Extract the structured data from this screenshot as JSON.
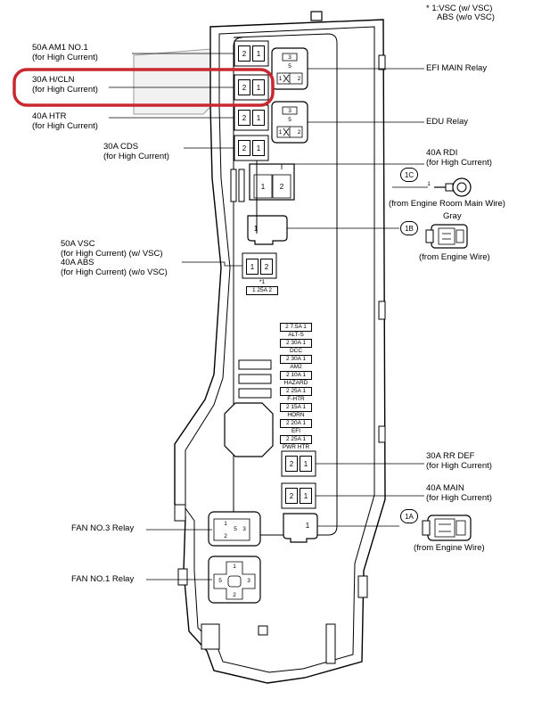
{
  "note": {
    "line1": "* 1:VSC (w/ VSC)",
    "line2": "ABS (w/o VSC)"
  },
  "left_labels": [
    {
      "l1": "50A AM1 NO.1",
      "l2": "(for High Current)"
    },
    {
      "l1": "30A H/CLN",
      "l2": "(for High Current)"
    },
    {
      "l1": "40A HTR",
      "l2": "(for High Current)"
    },
    {
      "l1": "30A CDS",
      "l2": "(for High Current)"
    }
  ],
  "vsc_label": {
    "l1": "50A VSC",
    "l2": "(for High Current) (w/ VSC)",
    "l3": "40A ABS",
    "l4": "(for High Current) (w/o VSC)"
  },
  "fan3": "FAN NO.3 Relay",
  "fan1": "FAN NO.1 Relay",
  "right_labels": {
    "efi_main": "EFI MAIN Relay",
    "edu": "EDU Relay",
    "rdi_1": "40A RDI",
    "rdi_2": "(for High Current)",
    "c1c": "1C",
    "c1c_desc": "(from Engine Room Main Wire)",
    "c1b": "1B",
    "gray": "Gray",
    "c1b_desc": "(from Engine Wire)",
    "rr_def_1": "30A RR DEF",
    "rr_def_2": "(for High Current)",
    "main_1": "40A MAIN",
    "main_2": "(for High Current)",
    "c1a": "1A",
    "c1a_desc": "(from Engine Wire)"
  },
  "small_fuses": [
    {
      "box": "2 7.5A 1",
      "name": "ALT-S"
    },
    {
      "box": "2 30A 1",
      "name": "DCC"
    },
    {
      "box": "2 30A 1",
      "name": "AM2"
    },
    {
      "box": "2 10A 1",
      "name": "HAZARD"
    },
    {
      "box": "2 25A 1",
      "name": "F-HTR"
    },
    {
      "box": "2 15A 1",
      "name": "HORN"
    },
    {
      "box": "2 20A 1",
      "name": "EFI"
    },
    {
      "box": "2 25A 1",
      "name": "PWR HTR"
    }
  ],
  "star_fuse": {
    "mark": "*1",
    "box": "1 25A 2"
  },
  "pins": {
    "two": "2",
    "one": "1",
    "three": "3",
    "five": "5"
  },
  "highlight_color": "#c8282e"
}
